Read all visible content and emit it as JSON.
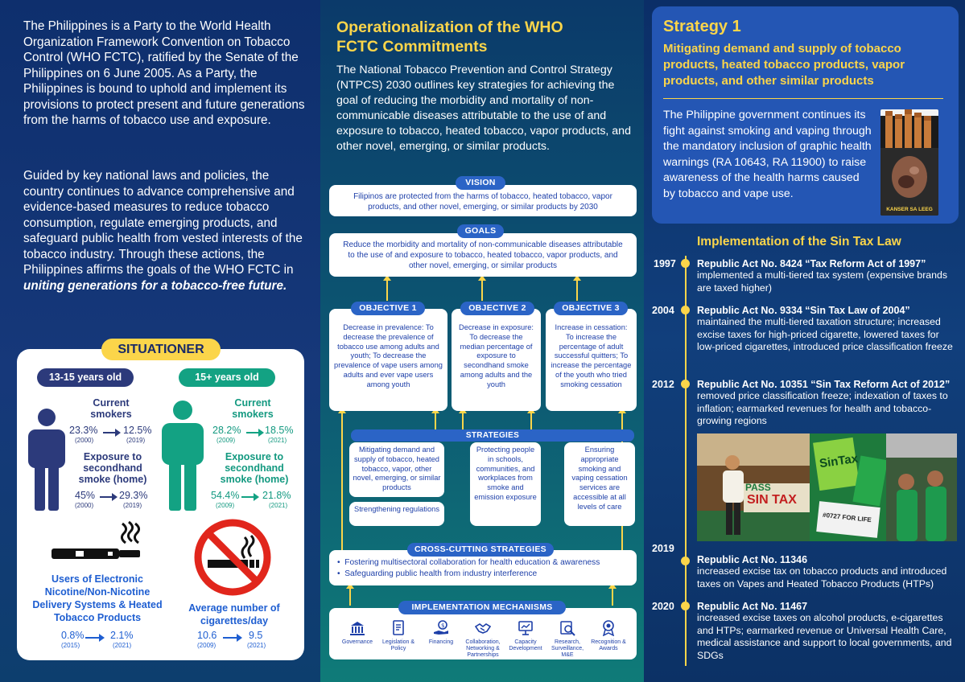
{
  "panel1": {
    "intro": "The Philippines is a Party to the World Health Organization Framework Convention on Tobacco Control (WHO FCTC), ratified by the Senate of the Philippines on 6 June 2005. As a Party, the Philippines is bound to uphold and implement its provisions to protect present and future generations from the harms of tobacco use and exposure.",
    "guided": "Guided by key national laws and policies, the country continues to advance comprehensive and evidence-based measures to reduce tobacco consumption, regulate emerging products, and safeguard public health from vested interests of the tobacco industry. Through these actions, the Philippines affirms the goals of the WHO FCTC in",
    "guided_emph": "uniting generations for a tobacco-free future.",
    "situationer": {
      "title": "SITUATIONER",
      "group1": {
        "label": "13-15 years old",
        "current_label": "Current smokers",
        "cur_from": "23.3%",
        "cur_from_year": "(2000)",
        "cur_to": "12.5%",
        "cur_to_year": "(2019)",
        "exp_label": "Exposure to secondhand smoke (home)",
        "exp_from": "45%",
        "exp_from_year": "(2000)",
        "exp_to": "29.3%",
        "exp_to_year": "(2019)"
      },
      "group2": {
        "label": "15+ years old",
        "current_label": "Current smokers",
        "cur_from": "28.2%",
        "cur_from_year": "(2009)",
        "cur_to": "18.5%",
        "cur_to_year": "(2021)",
        "exp_label": "Exposure to secondhand smoke (home)",
        "exp_from": "54.4%",
        "exp_from_year": "(2009)",
        "exp_to": "21.8%",
        "exp_to_year": "(2021)"
      },
      "ends": {
        "label": "Users of Electronic Nicotine/Non-Nicotine Delivery Systems & Heated Tobacco Products",
        "from": "0.8%",
        "from_year": "(2015)",
        "to": "2.1%",
        "to_year": "(2021)"
      },
      "cigs": {
        "label": "Average number of cigarettes/day",
        "from": "10.6",
        "from_year": "(2009)",
        "to": "9.5",
        "to_year": "(2021)"
      }
    }
  },
  "panel2": {
    "title": "Operationalization of the WHO FCTC Commitments",
    "intro": "The National Tobacco Prevention and Control Strategy (NTPCS) 2030 outlines key strategies for achieving the goal of reducing the morbidity and mortality of non-communicable diseases attributable to the use of and exposure to tobacco, heated tobacco, vapor products, and other novel, emerging, or similar products.",
    "vision_tag": "VISION",
    "vision": "Filipinos are protected from the harms of tobacco, heated tobacco, vapor products, and other novel, emerging, or similar products by 2030",
    "goals_tag": "GOALS",
    "goals": "Reduce the morbidity and mortality of non-communicable diseases attributable to the use of and exposure to tobacco, heated tobacco, vapor products, and other novel, emerging, or similar products",
    "objectives": [
      {
        "tag": "OBJECTIVE 1",
        "text": "Decrease in prevalence: To decrease the prevalence of tobacco use among adults and youth; To decrease the prevalence of vape users among adults and ever vape users among youth"
      },
      {
        "tag": "OBJECTIVE 2",
        "text": "Decrease in exposure: To decrease the median percentage of exposure to secondhand smoke among adults and the youth"
      },
      {
        "tag": "OBJECTIVE 3",
        "text": "Increase in cessation: To increase the percentage of adult successful quitters; To increase the percentage of the youth who tried smoking cessation"
      }
    ],
    "strategies_tag": "STRATEGIES",
    "strategies": [
      "Mitigating demand and supply of tobacco, heated tobacco, vapor, other novel, emerging, or similar products",
      "Strengthening regulations",
      "Protecting people in schools, communities, and workplaces from smoke and emission exposure",
      "Ensuring appropriate smoking and vaping cessation services are accessible at all levels of care"
    ],
    "cross_tag": "CROSS-CUTTING STRATEGIES",
    "cross": [
      "Fostering multisectoral collaboration for health education & awareness",
      "Safeguarding public health from industry interference"
    ],
    "mech_tag": "IMPLEMENTATION MECHANISMS",
    "mechanisms": [
      {
        "label": "Governance",
        "icon": "building-icon"
      },
      {
        "label": "Legislation & Policy",
        "icon": "document-icon"
      },
      {
        "label": "Financing",
        "icon": "money-hand-icon"
      },
      {
        "label": "Collaboration, Networking & Partnerships",
        "icon": "handshake-icon"
      },
      {
        "label": "Capacity Development",
        "icon": "presentation-icon"
      },
      {
        "label": "Research, Surveillance, M&E",
        "icon": "research-icon"
      },
      {
        "label": "Recognition & Awards",
        "icon": "award-icon"
      }
    ]
  },
  "panel3": {
    "strategy_title": "Strategy 1",
    "strategy_sub": "Mitigating demand and supply of tobacco products, heated tobacco products, vapor products, and other similar products",
    "strategy_body": "The Philippine government continues its fight against smoking and vaping through the mandatory inclusion of graphic health warnings (RA 10643, RA 11900) to raise awareness of the health harms caused by tobacco and vape use.",
    "warning_label": "KANSER SA LEEG",
    "sin_title": "Implementation of the Sin Tax Law",
    "timeline": [
      {
        "year": "1997",
        "head": "Republic Act No. 8424 “Tax Reform Act of 1997”",
        "body": "implemented a multi-tiered tax system (expensive brands are taxed higher)"
      },
      {
        "year": "2004",
        "head": "Republic Act No. 9334 “Sin Tax Law of 2004”",
        "body": "maintained the multi-tiered taxation structure; increased excise taxes for high-priced cigarette, lowered taxes for low-priced cigarettes, introduced price classification freeze"
      },
      {
        "year": "2012",
        "head": "Republic Act No. 10351 “Sin Tax Reform Act of 2012”",
        "body": "removed price classification freeze; indexation of taxes to inflation; earmarked revenues for health and tobacco-growing regions"
      },
      {
        "year": "2019",
        "head": "Republic Act No. 11346",
        "body": "increased excise tax on tobacco products and introduced taxes on Vapes and Heated Tobacco Products (HTPs)"
      },
      {
        "year": "2020",
        "head": "Republic Act No.  11467",
        "body": "increased excise taxes on alcohol products, e-cigarettes and HTPs; earmarked revenue or Universal Health Care, medical assistance and support to local governments, and SDGs"
      }
    ],
    "photo_signs": [
      "PASS",
      "SIN TAX",
      "SinTax",
      "#0727 FOR LIFE"
    ]
  }
}
